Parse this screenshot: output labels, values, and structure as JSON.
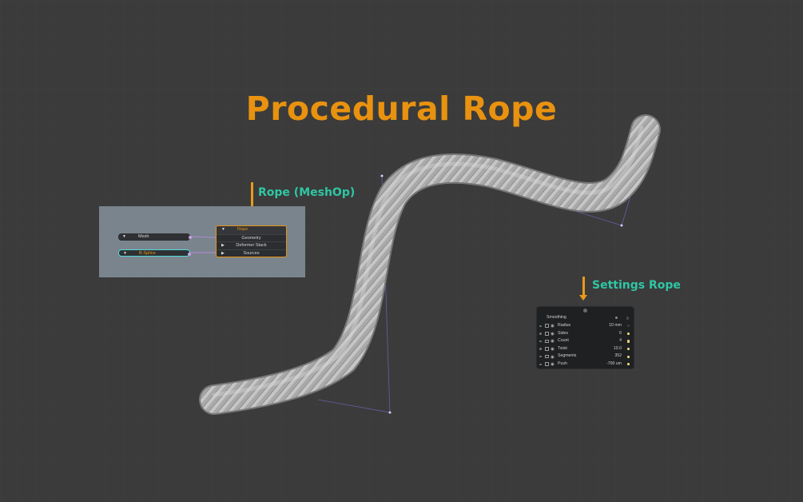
{
  "title": "Procedural Rope",
  "labels": {
    "meshop": "Rope (MeshOp)",
    "settings": "Settings Rope"
  },
  "colors": {
    "accent_orange": "#e8920f",
    "accent_teal": "#2fc6a4",
    "background": "#3b3b3b"
  },
  "node_editor": {
    "mesh_node": {
      "icon": "funnel-icon",
      "label": "Mesh"
    },
    "bspline_node": {
      "icon": "funnel-icon",
      "label": "B-Spline"
    },
    "rope_node": {
      "label": "Rope",
      "rows": [
        "Geometry",
        "Deformer Stack",
        "Sources"
      ]
    }
  },
  "settings_panel": {
    "header": "Smoothing",
    "rows": [
      {
        "name": "Radius",
        "value": "10 mm"
      },
      {
        "name": "Sides",
        "value": "6"
      },
      {
        "name": "Count",
        "value": "4"
      },
      {
        "name": "Twist",
        "value": "10.0"
      },
      {
        "name": "Segments",
        "value": "352"
      },
      {
        "name": "Push",
        "value": "-700 um"
      }
    ]
  }
}
